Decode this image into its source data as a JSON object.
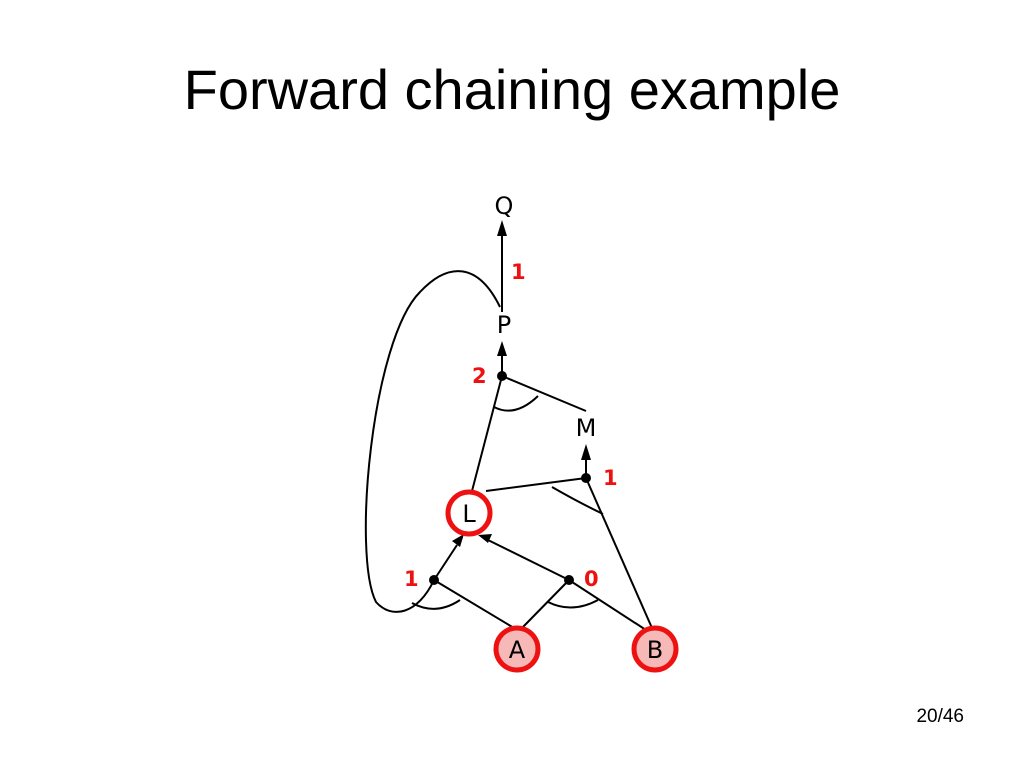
{
  "slide": {
    "title": "Forward chaining example",
    "page": "20/46"
  },
  "diagram": {
    "nodes": {
      "Q": {
        "label": "Q",
        "inferred": false
      },
      "P": {
        "label": "P",
        "inferred": false
      },
      "M": {
        "label": "M",
        "inferred": false
      },
      "L": {
        "label": "L",
        "inferred": true
      },
      "A": {
        "label": "A",
        "inferred": true
      },
      "B": {
        "label": "B",
        "inferred": true
      }
    },
    "counts": {
      "p_implies_q": "1",
      "l_and_m_implies_p": "2",
      "b_and_l_implies_m": "1",
      "a_and_p_implies_l": "1",
      "a_and_b_implies_l": "0"
    },
    "colors": {
      "highlight_ring": "#ee1111",
      "highlight_fill": "#f7b8b8",
      "count_text": "#ee1111",
      "edge": "#000000"
    }
  }
}
